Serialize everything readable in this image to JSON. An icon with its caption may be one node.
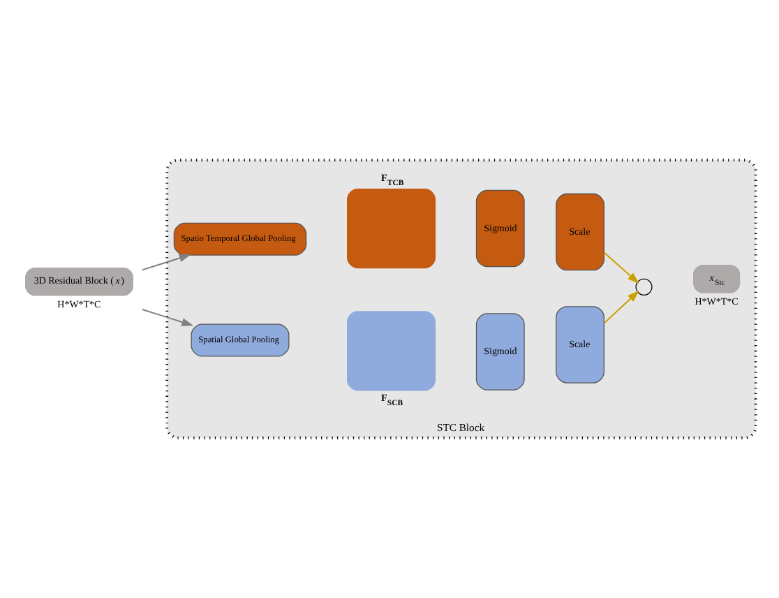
{
  "diagram": {
    "nodes": [
      {
        "text": [
          "STC Block"
        ]
      },
      {
        "text": [
          "3D Residual Block (*x*)"
        ],
        "beside": [
          "H*W*T*C"
        ]
      },
      {
        "text": [
          "Spatio Temporal Global Pooling"
        ],
        "in": 0
      },
      {
        "text": [
          "F$_{TCB}$"
        ],
        "in": 0
      },
      {
        "text": [
          "Sigmoid"
        ],
        "in": 0
      },
      {
        "text": [
          "Scale"
        ],
        "in": 0
      },
      {
        "text": [
          "Spatial Global Pooling"
        ],
        "in": 0
      },
      {
        "text": [
          "F$_{SCB}$"
        ],
        "in": 0
      },
      {
        "text": [
          "Sigmoid"
        ],
        "in": 0
      },
      {
        "text": [
          "Scale"
        ],
        "in": 0
      },
      {
        "text": [],
        "shape": "circle",
        "in": 0
      },
      {
        "text": [
          "*x*$_{Stc}$"
        ],
        "in": 0,
        "beside": [
          "H*W*T*C"
        ]
      }
    ],
    "edges": [
      {
        "from": 1,
        "to": 2,
        "arrow": "to",
        "color": "#808080"
      },
      {
        "from": 1,
        "to": 6,
        "arrow": "to",
        "color": "#808080"
      },
      {
        "from": 5,
        "to": 10,
        "arrow": "to",
        "color": "#c9a000"
      },
      {
        "from": 9,
        "to": 10,
        "arrow": "to",
        "color": "#c9a000"
      }
    ]
  }
}
